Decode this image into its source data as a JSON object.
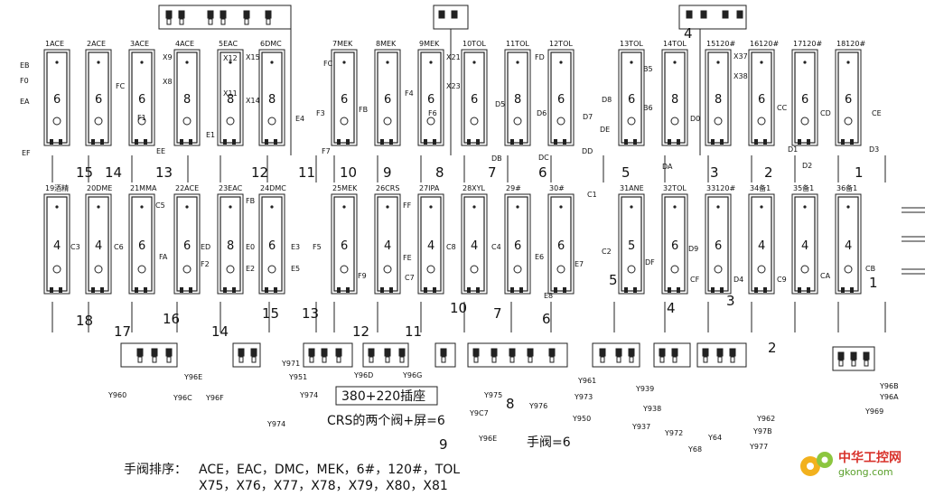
{
  "row1": [
    {
      "label": "1ACE",
      "num": "6"
    },
    {
      "label": "2ACE",
      "num": "6"
    },
    {
      "label": "3ACE",
      "num": "6"
    },
    {
      "label": "4ACE",
      "num": "8"
    },
    {
      "label": "5EAC",
      "num": "8"
    },
    {
      "label": "6DMC",
      "num": "8"
    },
    {
      "label": "7MEK",
      "num": "6"
    },
    {
      "label": "8MEK",
      "num": "6"
    },
    {
      "label": "9MEK",
      "num": "6"
    },
    {
      "label": "10TOL",
      "num": "6"
    },
    {
      "label": "11TOL",
      "num": "8"
    },
    {
      "label": "12TOL",
      "num": "6"
    },
    {
      "label": "13TOL",
      "num": "6"
    },
    {
      "label": "14TOL",
      "num": "8"
    },
    {
      "label": "15120#",
      "num": "8"
    },
    {
      "label": "16120#",
      "num": "6"
    },
    {
      "label": "17120#",
      "num": "6"
    },
    {
      "label": "18120#",
      "num": "6"
    }
  ],
  "row2": [
    {
      "label": "19酒精",
      "num": "4"
    },
    {
      "label": "20DME",
      "num": "4"
    },
    {
      "label": "21MMA",
      "num": "6"
    },
    {
      "label": "22ACE",
      "num": "6"
    },
    {
      "label": "23EAC",
      "num": "8"
    },
    {
      "label": "24DMC",
      "num": "6"
    },
    {
      "label": "25MEK",
      "num": "6"
    },
    {
      "label": "26CRS",
      "num": "4"
    },
    {
      "label": "27IPA",
      "num": "4"
    },
    {
      "label": "28XYL",
      "num": "4"
    },
    {
      "label": "29#",
      "num": "6"
    },
    {
      "label": "30#",
      "num": "6"
    },
    {
      "label": "31ANE",
      "num": "5"
    },
    {
      "label": "32TOL",
      "num": "6"
    },
    {
      "label": "33120#",
      "num": "6"
    },
    {
      "label": "34备1",
      "num": "4"
    },
    {
      "label": "35备1",
      "num": "4"
    },
    {
      "label": "36备1",
      "num": "4"
    }
  ],
  "row1_tags": [
    {
      "t": "EB"
    },
    {
      "t": "F0"
    },
    {
      "t": "EA"
    },
    {
      "t": "EF"
    },
    {
      "t": "FC"
    },
    {
      "t": "F1"
    },
    {
      "t": "EE"
    },
    {
      "t": "X9"
    },
    {
      "t": "X8"
    },
    {
      "t": "X12"
    },
    {
      "t": "X11"
    },
    {
      "t": "E1"
    },
    {
      "t": "X15"
    },
    {
      "t": "X14"
    },
    {
      "t": "E4"
    },
    {
      "t": "FC"
    },
    {
      "t": "F3"
    },
    {
      "t": "F7"
    },
    {
      "t": "FB"
    },
    {
      "t": "F4"
    },
    {
      "t": "X21"
    },
    {
      "t": "X23"
    },
    {
      "t": "F6"
    },
    {
      "t": "D5"
    },
    {
      "t": "DB"
    },
    {
      "t": "FD"
    },
    {
      "t": "D6"
    },
    {
      "t": "DC"
    },
    {
      "t": "D7"
    },
    {
      "t": "DD"
    },
    {
      "t": "D8"
    },
    {
      "t": "DE"
    },
    {
      "t": "B5"
    },
    {
      "t": "B6"
    },
    {
      "t": "DA"
    },
    {
      "t": "D0"
    },
    {
      "t": "X37"
    },
    {
      "t": "X38"
    },
    {
      "t": "CC"
    },
    {
      "t": "D1"
    },
    {
      "t": "CD"
    },
    {
      "t": "D2"
    },
    {
      "t": "CE"
    },
    {
      "t": "D3"
    }
  ],
  "row2_tags": [
    {
      "t": "C3"
    },
    {
      "t": "C6"
    },
    {
      "t": "C5"
    },
    {
      "t": "FA"
    },
    {
      "t": "ED"
    },
    {
      "t": "F2"
    },
    {
      "t": "FB"
    },
    {
      "t": "E0"
    },
    {
      "t": "E2"
    },
    {
      "t": "E3"
    },
    {
      "t": "E5"
    },
    {
      "t": "F5"
    },
    {
      "t": "F9"
    },
    {
      "t": "FF"
    },
    {
      "t": "FE"
    },
    {
      "t": "C7"
    },
    {
      "t": "C8"
    },
    {
      "t": "C4"
    },
    {
      "t": "E6"
    },
    {
      "t": "E7"
    },
    {
      "t": "E8"
    },
    {
      "t": "C1"
    },
    {
      "t": "C2"
    },
    {
      "t": "DF"
    },
    {
      "t": "D9"
    },
    {
      "t": "CF"
    },
    {
      "t": "D4"
    },
    {
      "t": "C9"
    },
    {
      "t": "CA"
    },
    {
      "t": "CB"
    }
  ],
  "group_numbers_row1": [
    "15",
    "14",
    "13",
    "12",
    "11",
    "10",
    "9",
    "8",
    "7",
    "6",
    "5",
    "3",
    "2",
    "1",
    "4"
  ],
  "group_numbers_row2": [
    "18",
    "17",
    "16",
    "14",
    "15",
    "13",
    "12",
    "11",
    "10",
    "7",
    "6",
    "5",
    "4",
    "3",
    "2",
    "1"
  ],
  "highlight_num": "6",
  "valves_bottom": [
    {
      "t": "Y960"
    },
    {
      "t": "Y96C"
    },
    {
      "t": "Y96E"
    },
    {
      "t": "Y96F"
    },
    {
      "t": "Y974"
    },
    {
      "t": "Y971"
    },
    {
      "t": "Y951"
    },
    {
      "t": "Y974"
    },
    {
      "t": "Y96D"
    },
    {
      "t": "Y96G"
    },
    {
      "t": "Y9C7"
    },
    {
      "t": "Y96E"
    },
    {
      "t": "Y975"
    },
    {
      "t": "Y976"
    },
    {
      "t": "Y950"
    },
    {
      "t": "Y973"
    },
    {
      "t": "Y961"
    },
    {
      "t": "Y939"
    },
    {
      "t": "Y938"
    },
    {
      "t": "Y937"
    },
    {
      "t": "Y972"
    },
    {
      "t": "Y68"
    },
    {
      "t": "Y64"
    },
    {
      "t": "Y977"
    },
    {
      "t": "Y97B"
    },
    {
      "t": "Y962"
    },
    {
      "t": "Y96B"
    },
    {
      "t": "Y96A"
    },
    {
      "t": "Y969"
    }
  ],
  "extra_labels": {
    "eight": "8",
    "nine": "9",
    "four": "4"
  },
  "socket_label": "380+220插座",
  "crs_label": "CRS的两个阀+屏=6",
  "manual_valve": "手阀=6",
  "sort_title": "手阀排序：",
  "sort_row1": "ACE，EAC，DMC，MEK，6#，120#，TOL",
  "sort_row2": "X75，X76，X77，X78，X79，X80，X81",
  "watermark_cn": "中华工控网",
  "watermark_en": "gkong.com",
  "accent_color": "#e08a1e"
}
